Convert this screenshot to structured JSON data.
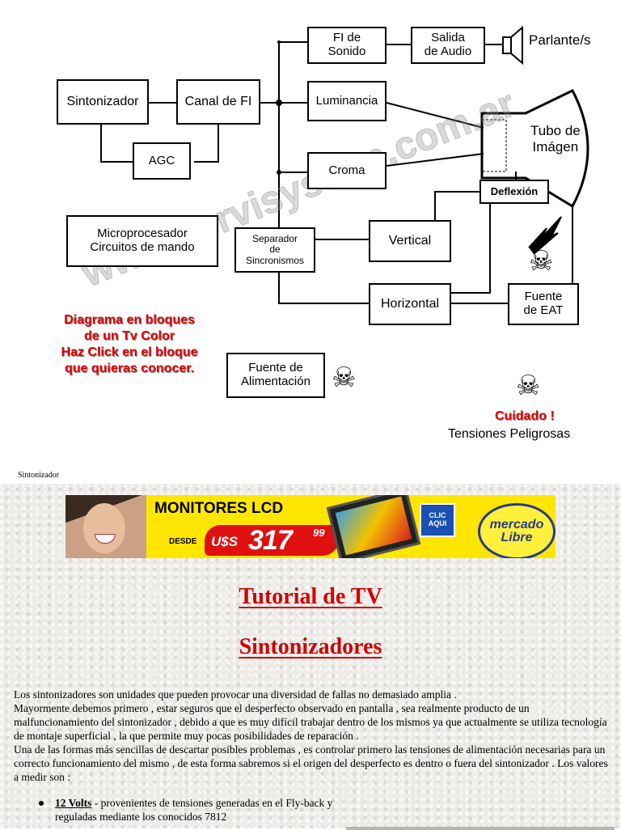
{
  "diagram": {
    "blocks": {
      "sintonizador": "Sintonizador",
      "canal_fi": "Canal de FI",
      "agc": "AGC",
      "fi_sonido": [
        "FI de",
        "Sonido"
      ],
      "salida_audio": [
        "Salida",
        "de Audio"
      ],
      "luminancia": "Luminancia",
      "croma": "Croma",
      "deflexion": "Deflexión",
      "microprocesador": [
        "Microprocesador",
        "Circuitos de mando"
      ],
      "separador": [
        "Separador",
        "de",
        "Sincronismos"
      ],
      "vertical": "Vertical",
      "horizontal": "Horizontal",
      "fuente_eat": [
        "Fuente",
        "de EAT"
      ],
      "fuente_alimentacion": [
        "Fuente de",
        "Alimentación"
      ]
    },
    "parlante": "Parlante/s",
    "tubo": [
      "Tubo de",
      "Imágen"
    ],
    "instruction": [
      "Diagrama en bloques",
      "de un Tv Color",
      "Haz Click en el bloque",
      "que quieras conocer."
    ],
    "warning": "Cuidado !",
    "warning_sub": "Tensiones Peligrosas",
    "watermark": "www.servisystem.com.ar",
    "colors": {
      "accent_red": "#e00000",
      "line": "#000000"
    }
  },
  "footer_label": "Sintonizador",
  "ad": {
    "headline": "MONITORES LCD",
    "desde": "DESDE",
    "currency": "U$S",
    "price": "317",
    "cents": "99",
    "cta": [
      "CLIC",
      "AQUI"
    ],
    "logo": [
      "mercado",
      "Libre"
    ]
  },
  "page": {
    "title": "Tutorial de TV",
    "subtitle": "Sintonizadores",
    "paragraphs": [
      "Los sintonizadores son unidades que pueden provocar una diversidad de fallas no demasiado amplia .",
      "Mayormente debemos primero , estar seguros que el desperfecto observado en pantalla , sea realmente producto de un malfuncionamiento del sintonizador , debido a que es muy difícil trabajar dentro de los mismos ya que actualmente se utiliza tecnología de montaje superficial , la que permite muy pocas posibilidades de reparación .",
      "Una de las formas más sencillas de descartar posibles problemas , es controlar primero las tensiones de alimentación necesarias para un correcto funcionamiento del mismo , de esta forma sabremos si el origen del desperfecto es dentro o fuera del sintonizador . Los valores a medir son :"
    ],
    "bullets": [
      {
        "label": "12 Volts",
        "text": " - provenientes de tensiones generadas en el Fly-back y reguladas mediante los conocidos 7812"
      }
    ]
  }
}
